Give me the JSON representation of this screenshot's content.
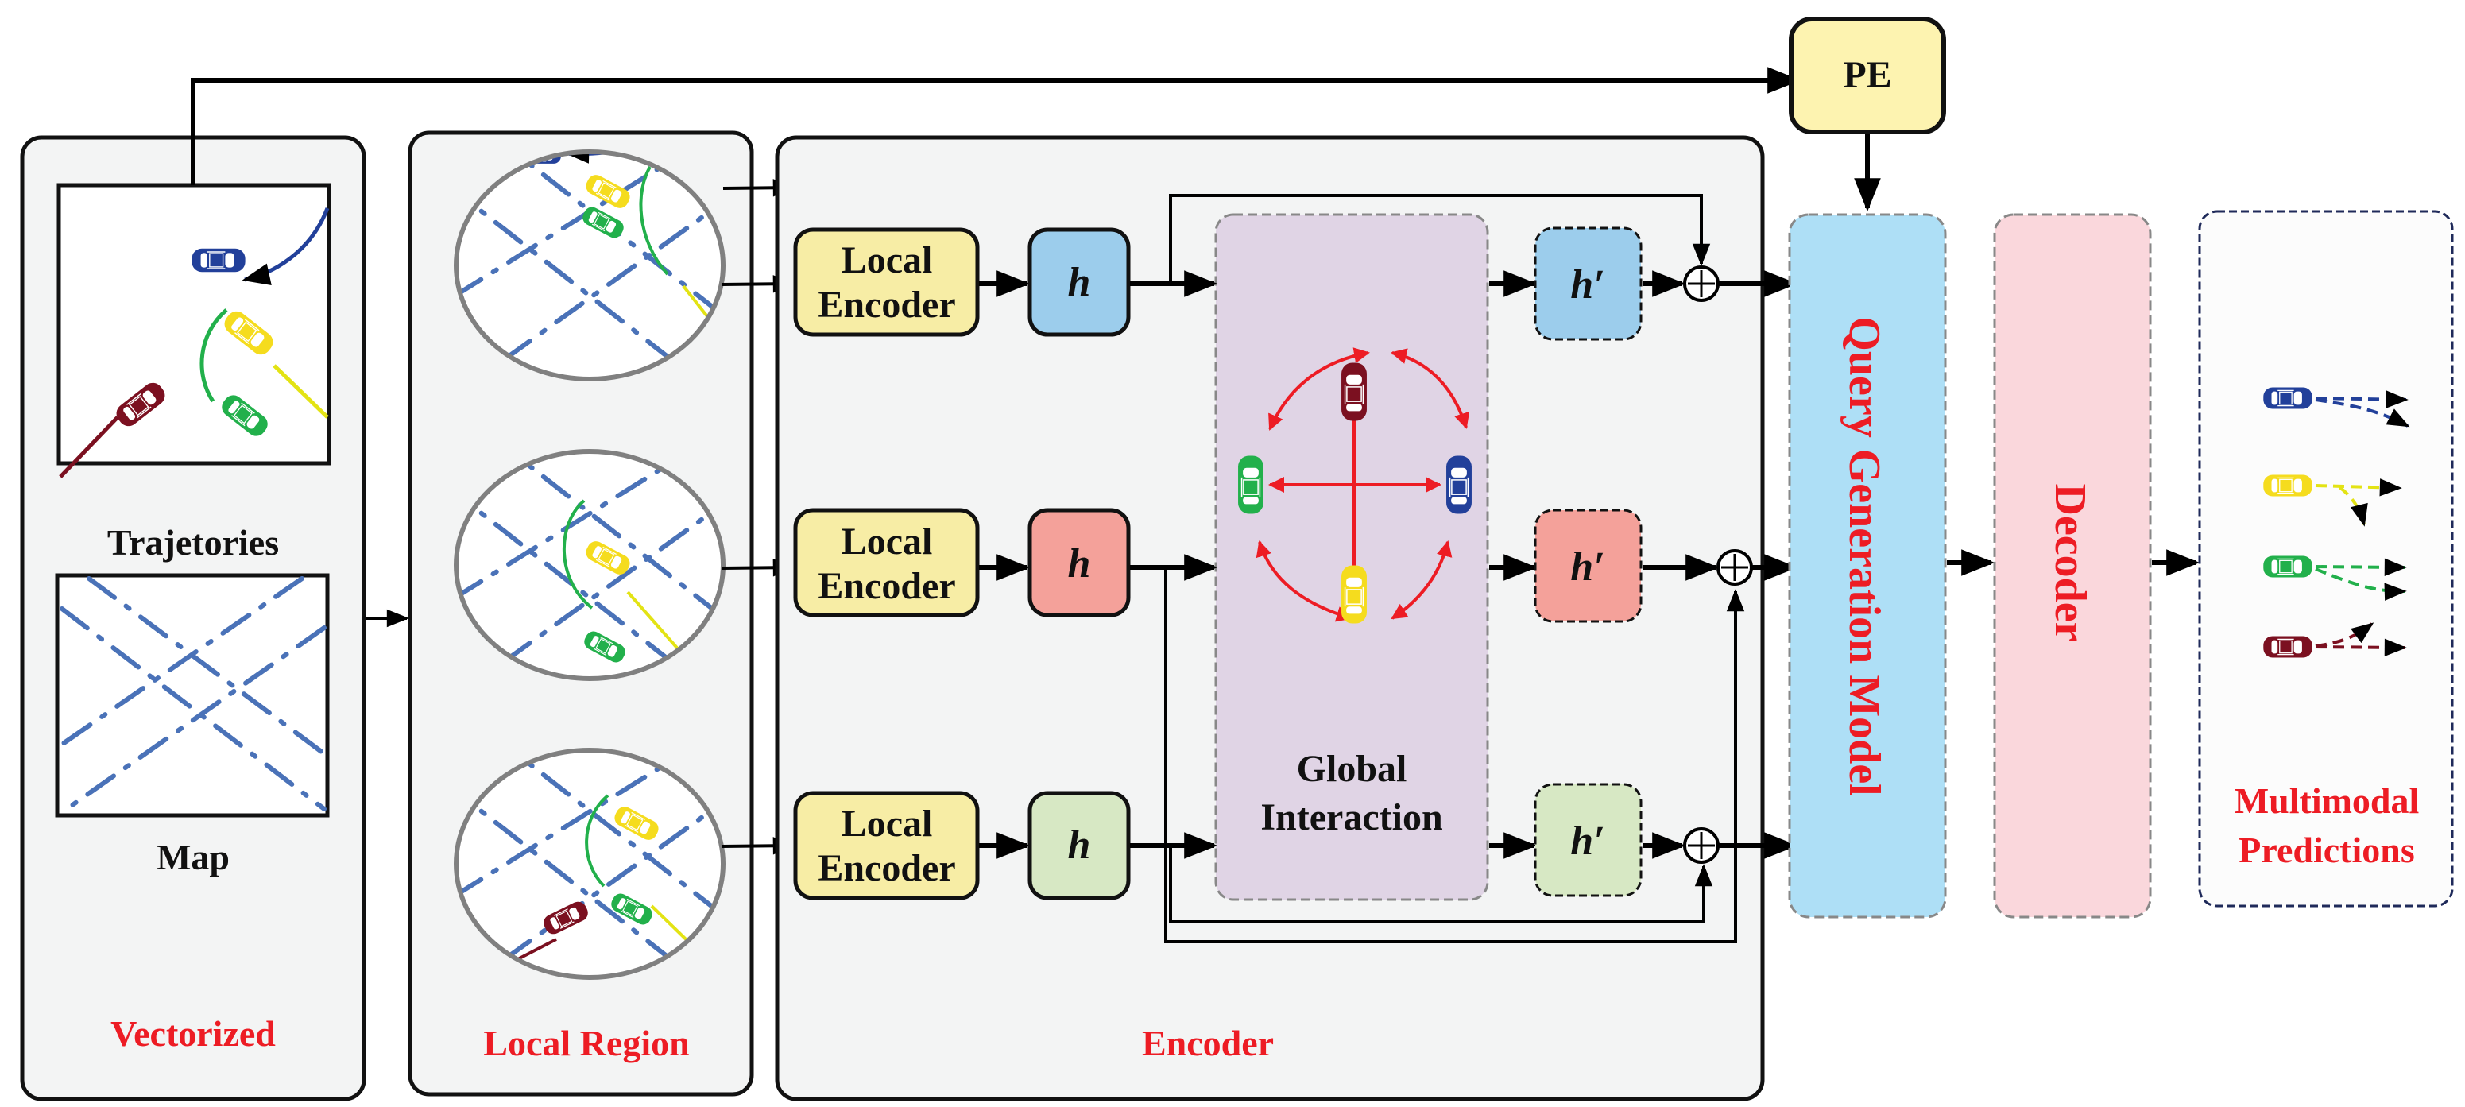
{
  "figure": {
    "vectorized": {
      "title": "Vectorized",
      "trajectories_label": "Trajetories",
      "map_label": "Map"
    },
    "local_region": {
      "title": "Local Region"
    },
    "encoder": {
      "title": "Encoder",
      "local_encoder_label_line1": "Local",
      "local_encoder_label_line2": "Encoder",
      "h_label": "h",
      "h_prime_label": "h′",
      "global_interaction_line1": "Global",
      "global_interaction_line2": "Interaction",
      "sum_symbol": "⊕"
    },
    "pe": {
      "label": "PE"
    },
    "query_generation": {
      "label": "Query Generation Model"
    },
    "decoder": {
      "label": "Decoder"
    },
    "outputs": {
      "title_line1": "Multimodal",
      "title_line2": "Predictions"
    }
  },
  "colors": {
    "agent_blue": "#22409a",
    "agent_yellow": "#f5dc1e",
    "agent_green": "#22b04b",
    "agent_red": "#7b1020",
    "local_encoder_fill": "#f7eda5",
    "h_blue": "#9ccdec",
    "h_red": "#f4a19a",
    "h_green": "#d7e8c4",
    "global_interaction_fill": "#e0d4e5",
    "pe_fill": "#fdf3b0",
    "query_fill": "#aedff6",
    "decoder_fill": "#fad7dc",
    "label_red": "#ed1c24"
  },
  "agents": [
    "blue",
    "yellow",
    "green",
    "red"
  ]
}
